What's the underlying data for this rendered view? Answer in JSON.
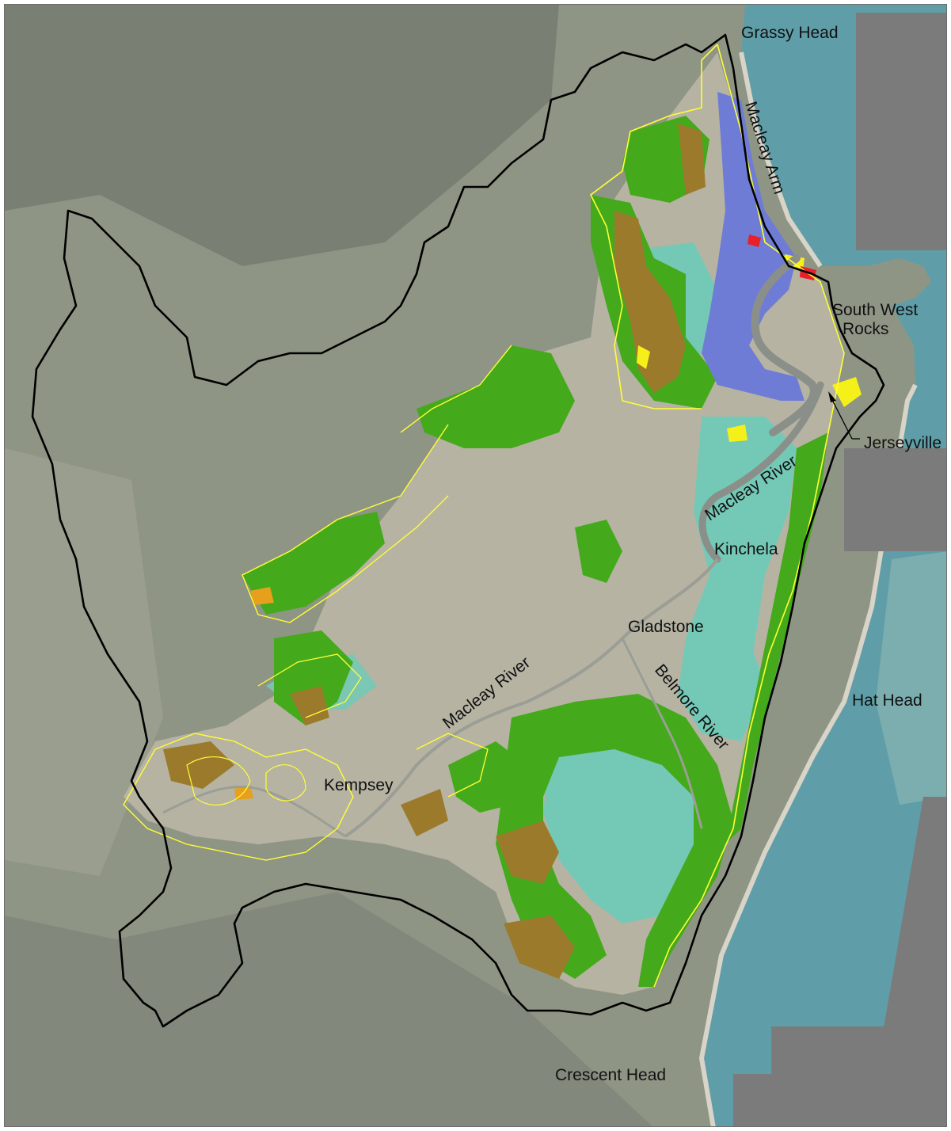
{
  "map": {
    "labels": {
      "grassy_head": "Grassy Head",
      "macleay_arm": "Macleay Arm",
      "south_west_rocks_line1": "South West",
      "south_west_rocks_line2": "Rocks",
      "jerseyville": "Jerseyville",
      "macleay_river_east": "Macleay River",
      "kinchela": "Kinchela",
      "gladstone": "Gladstone",
      "hat_head": "Hat Head",
      "macleay_river_west": "Macleay River",
      "belmore_river": "Belmore River",
      "kempsey": "Kempsey",
      "crescent_head": "Crescent Head"
    },
    "colors": {
      "land": "#8f9585",
      "land_dark": "#6f766a",
      "floodplain": "#bdb8a8",
      "ocean": "#5f9ea8",
      "ocean_deep": "#4f8f9c",
      "no_imagery": "#7b7b7b",
      "beach": "#d8d4c8",
      "catchment_boundary": "#000000",
      "mapped_boundary": "#ffff33",
      "class_green": "#44aa1c",
      "class_teal": "#74c9b6",
      "class_brown": "#9b7a2c",
      "class_blue": "#6f7cd6",
      "class_yellow": "#f6f01a",
      "class_orange": "#e6a01c",
      "class_red": "#e8202a",
      "river": "#8a8f8a"
    }
  }
}
